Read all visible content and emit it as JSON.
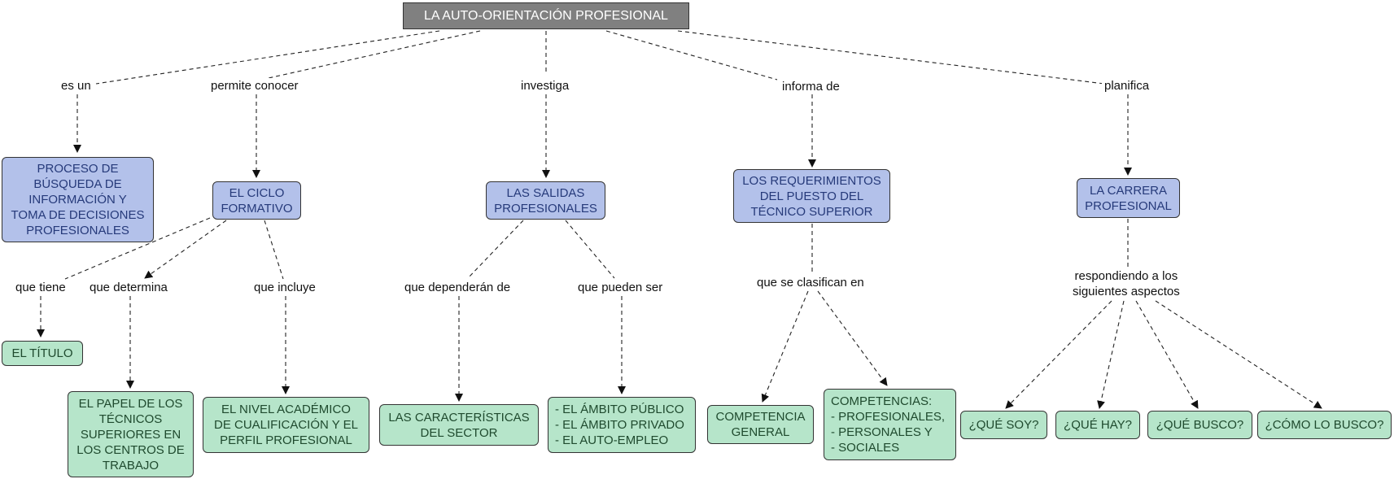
{
  "root": "LA AUTO-ORIENTACIÓN PROFESIONAL",
  "links": {
    "es_un": "es un",
    "permite_conocer": "permite conocer",
    "investiga": "investiga",
    "informa_de": "informa de",
    "planifica": "planifica",
    "que_tiene": "que tiene",
    "que_determina": "que determina",
    "que_incluye": "que incluye",
    "que_dependeran_de": "que dependerán de",
    "que_pueden_ser": "que pueden ser",
    "que_se_clasifican_en": "que se clasifican en",
    "respondiendo": "respondiendo a los\nsiguientes aspectos"
  },
  "concepts": {
    "proceso": "PROCESO DE\nBÚSQUEDA DE\nINFORMACIÓN  Y\nTOMA DE DECISIONES\nPROFESIONALES",
    "ciclo": "EL CICLO\nFORMATIVO",
    "salidas": "LAS SALIDAS\nPROFESIONALES",
    "requerimientos": "LOS REQUERIMIENTOS\nDEL PUESTO DEL\nTÉCNICO SUPERIOR",
    "carrera": "LA CARRERA\nPROFESIONAL",
    "titulo": "EL TÍTULO",
    "papel": "EL PAPEL DE LOS\nTÉCNICOS\nSUPERIORES EN\nLOS CENTROS DE\nTRABAJO",
    "nivel": "EL NIVEL ACADÉMICO\nDE CUALIFICACIÓN Y EL\nPERFIL PROFESIONAL",
    "caracteristicas": "LAS CARACTERÍSTICAS\nDEL SECTOR",
    "ambitos": "- EL ÁMBITO PÚBLICO\n- EL ÁMBITO PRIVADO\n- EL AUTO-EMPLEO",
    "competencia_general": "COMPETENCIA\nGENERAL",
    "competencias": "COMPETENCIAS:\n- PROFESIONALES,\n- PERSONALES Y\n- SOCIALES",
    "que_soy": "¿QUÉ SOY?",
    "que_hay": "¿QUÉ HAY?",
    "que_busco": "¿QUÉ BUSCO?",
    "como_lo_busco": "¿CÓMO LO BUSCO?"
  },
  "colors": {
    "root_fill": "#808080",
    "level1_fill": "#b3c1ea",
    "level2_fill": "#b6e5ca"
  }
}
